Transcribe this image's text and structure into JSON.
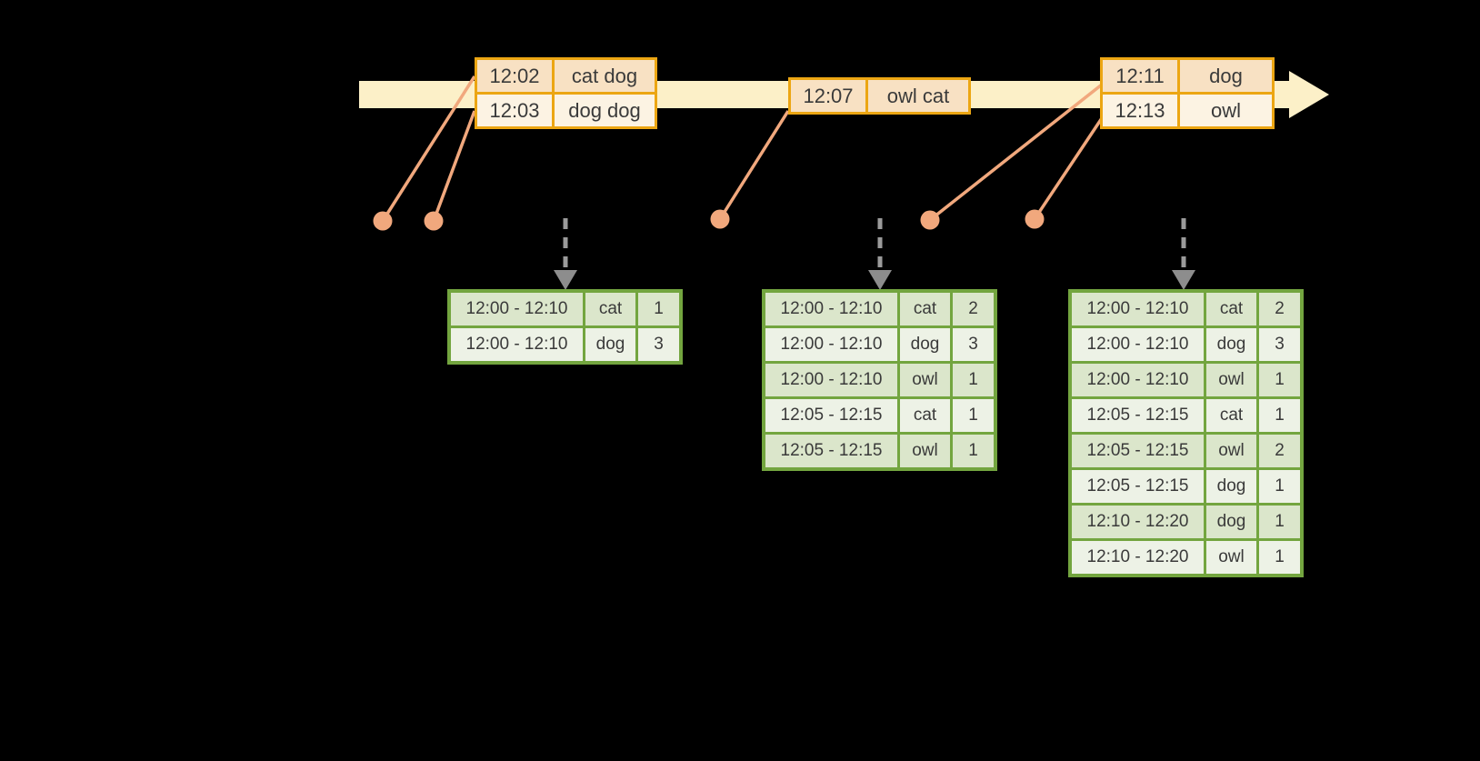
{
  "diagram": {
    "kind": "streaming windowed word-count diagram",
    "timeline": {
      "direction": "left-to-right",
      "arrowhead": "filled-right-triangle"
    }
  },
  "icons": {
    "timeline_arrowhead": "right-pointing filled triangle",
    "trigger_arrow": "gray dashed downward arrow",
    "event_dot": "filled salmon circle"
  },
  "colors": {
    "background": "#000000",
    "timeline_band": "#fcf0c8",
    "input_table_border": "#eca613",
    "input_row_dark": "#f8e1c3",
    "input_row_light": "#fcf3e3",
    "connector_salmon": "#f1a87d",
    "result_table_border": "#73a53f",
    "result_row_dark": "#dbe6cb",
    "result_row_light": "#edf2e6",
    "trigger_arrow_gray": "#9b9b9b",
    "text": "#3a3a3a"
  },
  "input_tables": [
    {
      "rows": [
        [
          "12:02",
          "cat dog"
        ],
        [
          "12:03",
          "dog dog"
        ]
      ]
    },
    {
      "rows": [
        [
          "12:07",
          "owl cat"
        ]
      ]
    },
    {
      "rows": [
        [
          "12:11",
          "dog"
        ],
        [
          "12:13",
          "owl"
        ]
      ]
    }
  ],
  "result_tables": [
    {
      "rows": [
        [
          "12:00 - 12:10",
          "cat",
          "1"
        ],
        [
          "12:00 - 12:10",
          "dog",
          "3"
        ]
      ]
    },
    {
      "rows": [
        [
          "12:00 - 12:10",
          "cat",
          "2"
        ],
        [
          "12:00 - 12:10",
          "dog",
          "3"
        ],
        [
          "12:00 - 12:10",
          "owl",
          "1"
        ],
        [
          "12:05 - 12:15",
          "cat",
          "1"
        ],
        [
          "12:05 - 12:15",
          "owl",
          "1"
        ]
      ]
    },
    {
      "rows": [
        [
          "12:00 - 12:10",
          "cat",
          "2"
        ],
        [
          "12:00 - 12:10",
          "dog",
          "3"
        ],
        [
          "12:00 - 12:10",
          "owl",
          "1"
        ],
        [
          "12:05 - 12:15",
          "cat",
          "1"
        ],
        [
          "12:05 - 12:15",
          "owl",
          "2"
        ],
        [
          "12:05 - 12:15",
          "dog",
          "1"
        ],
        [
          "12:10 - 12:20",
          "dog",
          "1"
        ],
        [
          "12:10 - 12:20",
          "owl",
          "1"
        ]
      ]
    }
  ]
}
